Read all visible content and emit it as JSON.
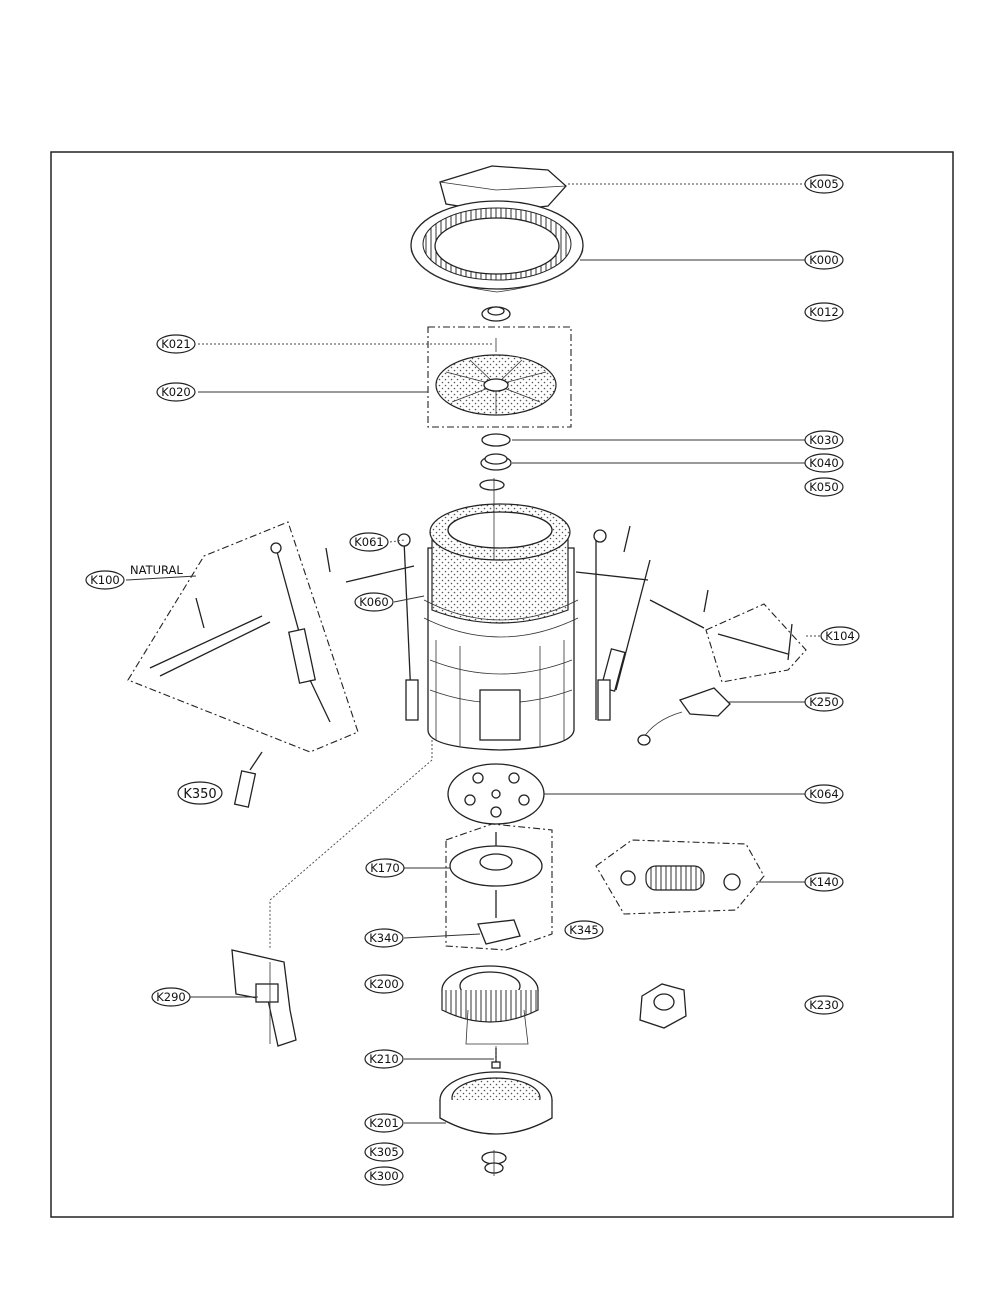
{
  "labels": {
    "k005": "K005",
    "k000": "K000",
    "k012": "K012",
    "k021": "K021",
    "k020": "K020",
    "k030": "K030",
    "k040": "K040",
    "k050": "K050",
    "k061": "K061",
    "k100": "K100",
    "k060": "K060",
    "k104": "K104",
    "k250": "K250",
    "k350": "K350",
    "k064": "K064",
    "k170": "K170",
    "k140": "K140",
    "k340": "K340",
    "k345": "K345",
    "k290": "K290",
    "k200": "K200",
    "k230": "K230",
    "k210": "K210",
    "k201": "K201",
    "k305": "K305",
    "k300": "K300"
  },
  "annotations": {
    "natural": "NATURAL"
  }
}
